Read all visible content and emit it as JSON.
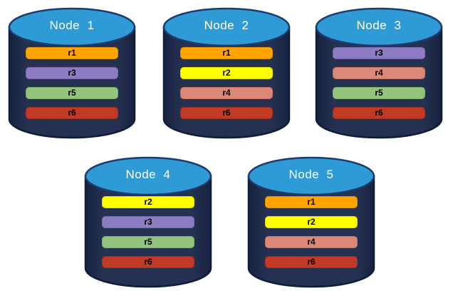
{
  "colors": {
    "background": "#FFFFFF",
    "cylinder_body_center": "#243150",
    "cylinder_body_edge": "#16223F",
    "cylinder_border": "#0F1D3C",
    "ellipse_fill": "#2E9BD6",
    "ellipse_border": "#1E3C6B",
    "title_text": "#FFFFFF",
    "bar_text": "#000000"
  },
  "replica_palette": {
    "r1": {
      "fill": "#FFA400",
      "border": "#DF8F00"
    },
    "r2": {
      "fill": "#FFFF00",
      "border": "#DEDE00"
    },
    "r3": {
      "fill": "#8E7CC3",
      "border": "#7A66B4"
    },
    "r4": {
      "fill": "#DB8878",
      "border": "#C77263"
    },
    "r5": {
      "fill": "#93C47D",
      "border": "#7DAF67"
    },
    "r6": {
      "fill": "#C13A26",
      "border": "#A02F1E"
    }
  },
  "nodes": [
    {
      "title": "Node  1",
      "replicas": [
        "r1",
        "r3",
        "r5",
        "r6"
      ]
    },
    {
      "title": "Node  2",
      "replicas": [
        "r1",
        "r2",
        "r4",
        "r6"
      ]
    },
    {
      "title": "Node  3",
      "replicas": [
        "r3",
        "r4",
        "r5",
        "r6"
      ]
    },
    {
      "title": "Node  4",
      "replicas": [
        "r2",
        "r3",
        "r5",
        "r6"
      ]
    },
    {
      "title": "Node  5",
      "replicas": [
        "r1",
        "r2",
        "r4",
        "r6"
      ]
    }
  ]
}
